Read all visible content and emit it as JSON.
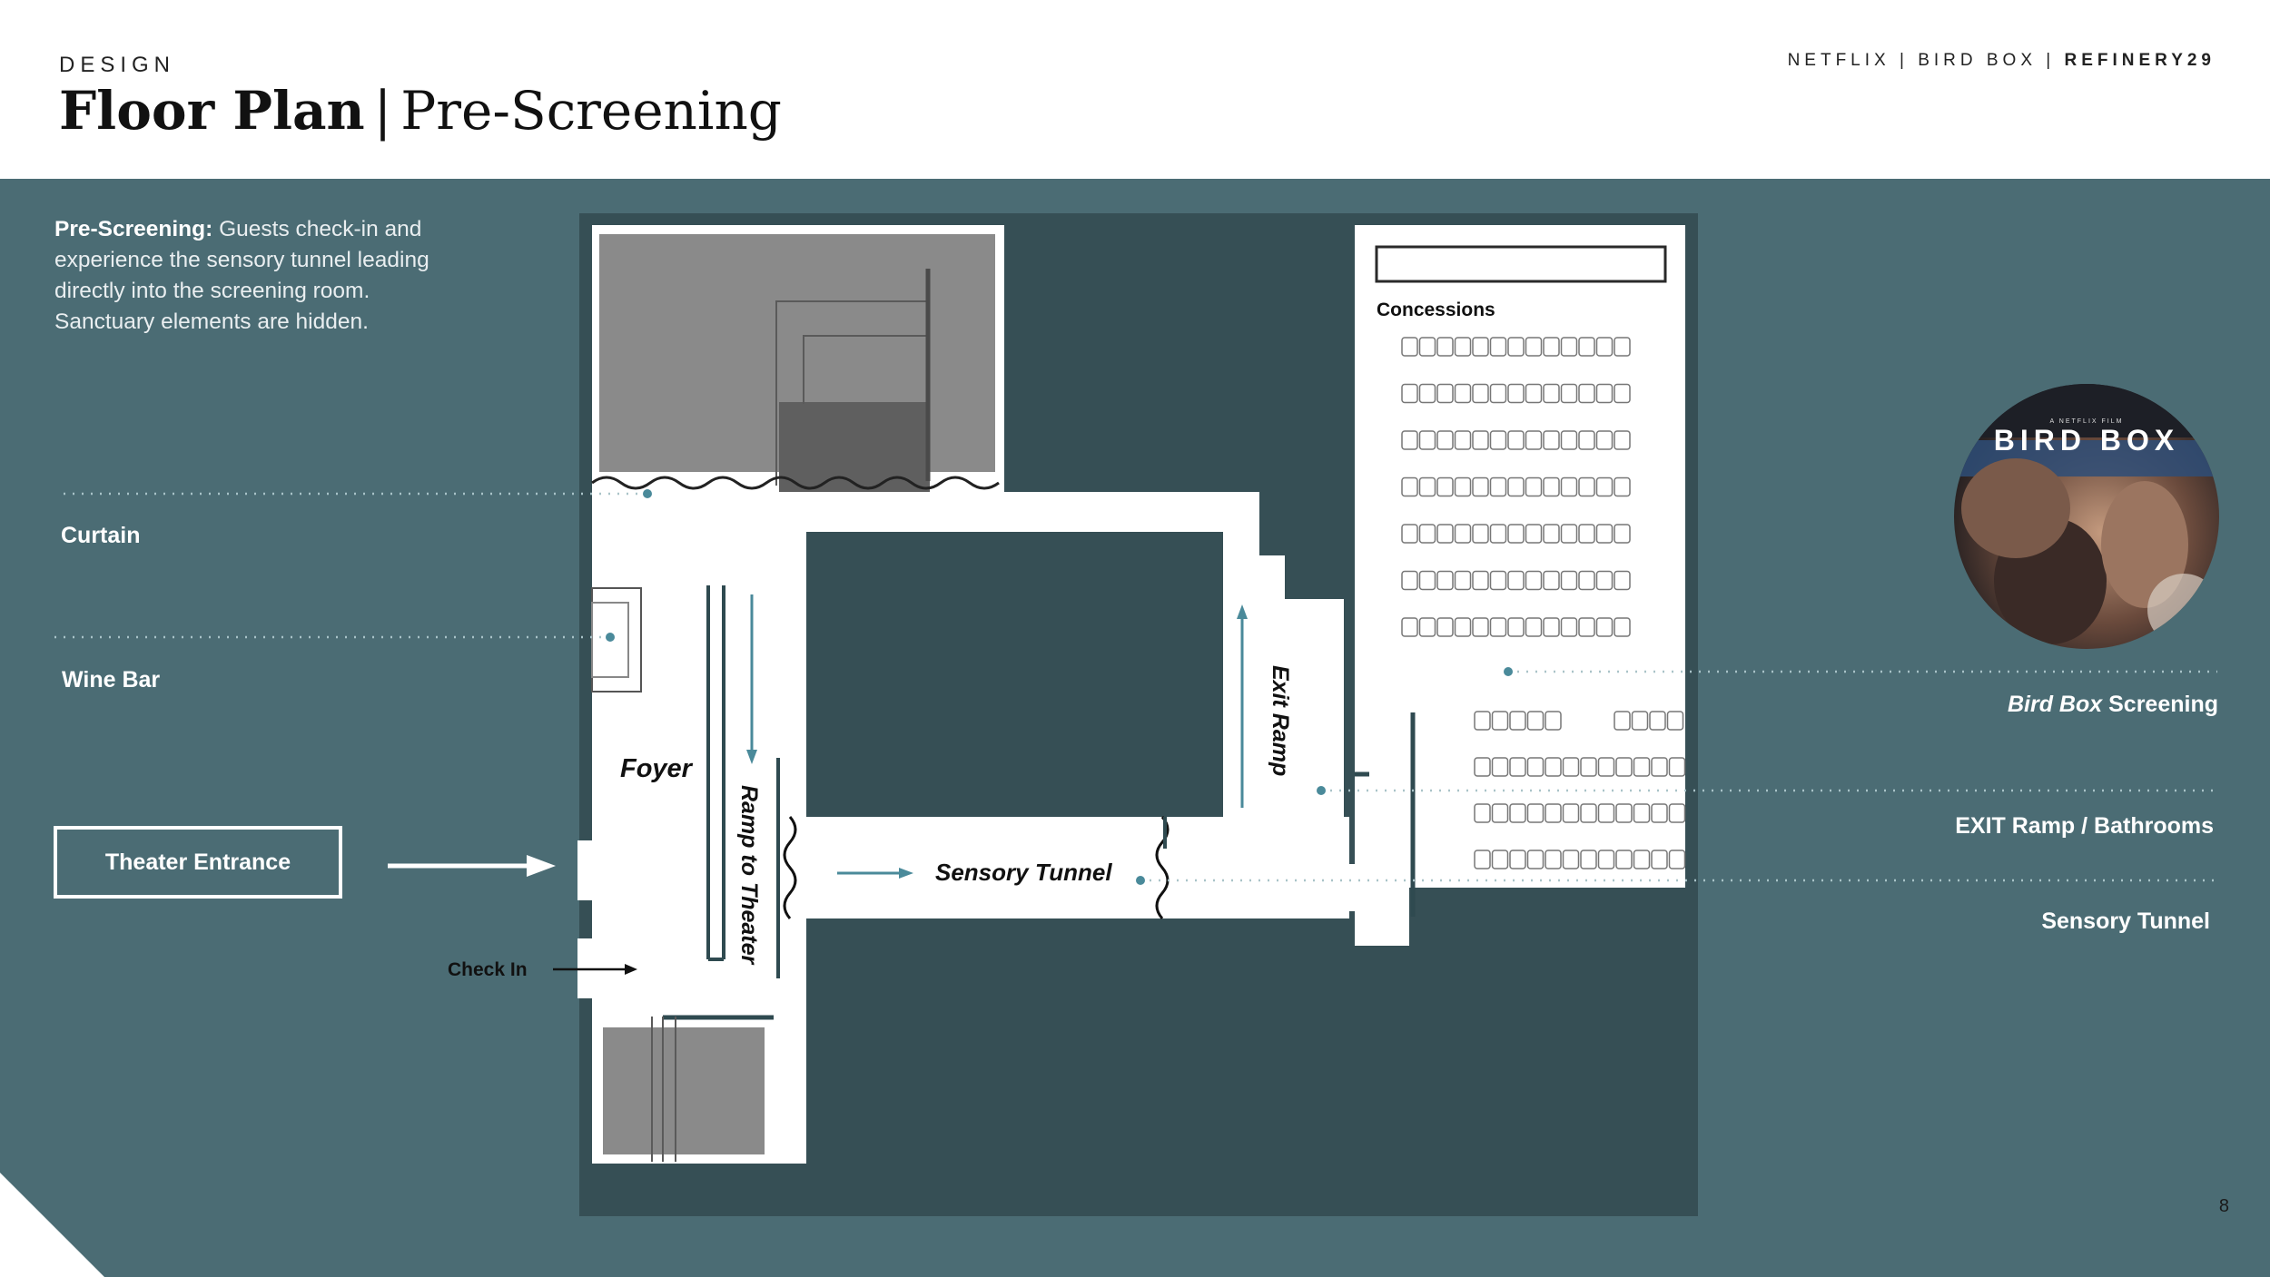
{
  "header": {
    "eyebrow": "DESIGN",
    "title_bold": "Floor Plan",
    "title_separator": "|",
    "title_light": "Pre-Screening",
    "brand_left": "NETFLIX | BIRD BOX |",
    "brand_right": "REFINERY29"
  },
  "intro": {
    "lead": "Pre-Screening:",
    "body": "Guests check-in and experience the sensory tunnel leading directly into the screening room. Sanctuary elements are hidden."
  },
  "callouts": {
    "curtain": "Curtain",
    "wine_bar": "Wine Bar",
    "theater_entrance": "Theater Entrance",
    "check_in": "Check In",
    "screening_italic": "Bird Box",
    "screening_rest": "Screening",
    "exit_ramp_bathrooms": "EXIT Ramp / Bathrooms",
    "sensory_tunnel": "Sensory Tunnel"
  },
  "plan": {
    "concessions": "Concessions",
    "foyer": "Foyer",
    "ramp_to_theater": "Ramp to Theater",
    "sensory_tunnel": "Sensory Tunnel",
    "exit_ramp": "Exit Ramp"
  },
  "poster": {
    "tagline": "A NETFLIX FILM",
    "title": "BIRD BOX"
  },
  "page_number": "8",
  "colors": {
    "background": "#4b6c74",
    "plan_dark": "#364f55",
    "accent": "#4a8a9a",
    "white": "#ffffff"
  }
}
